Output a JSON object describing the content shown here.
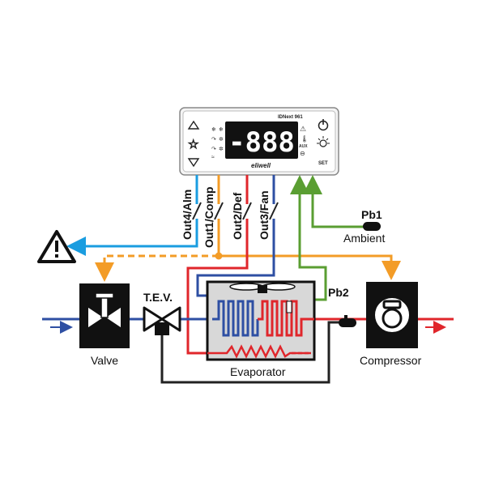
{
  "controller": {
    "model_label": "IDNext 961",
    "display_text": "-888.8",
    "brand": "eliwell",
    "set_label": "SET",
    "aux_label": "AUX"
  },
  "outputs": [
    "Out4/Alm",
    "Out1/Comp",
    "Out2/Def",
    "Out3/Fan"
  ],
  "probes": {
    "pb1": "Pb1",
    "pb1_sub": "Ambient",
    "pb2": "Pb2"
  },
  "components": {
    "valve": "Valve",
    "tev": "T.E.V.",
    "evaporator": "Evaporator",
    "compressor": "Compressor"
  },
  "colors": {
    "alarm": "#1a9de0",
    "comp": "#f39c27",
    "def": "#e0262b",
    "fan": "#2e4fa3",
    "probe": "#5a9e32",
    "line_dark": "#222222"
  },
  "icons": [
    "up-arrow-icon",
    "star-icon",
    "down-arrow-icon",
    "power-icon",
    "light-icon",
    "alarm-warning-icon",
    "valve-icon",
    "compressor-icon",
    "fan-icon",
    "heater-icon"
  ]
}
